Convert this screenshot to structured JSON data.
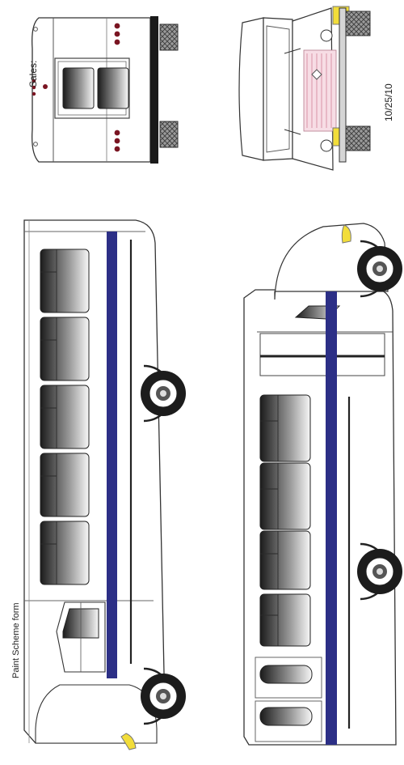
{
  "labels": {
    "sales": "Sales:",
    "date": "10/25/10",
    "form_title": "Paint Scheme form"
  },
  "colors": {
    "stripe": "#2c2f86",
    "body_outline": "#333333",
    "marker_lights": "#7a1522",
    "amber_lights": "#f2dd3a",
    "grille_pink": "#e7a6b8"
  }
}
